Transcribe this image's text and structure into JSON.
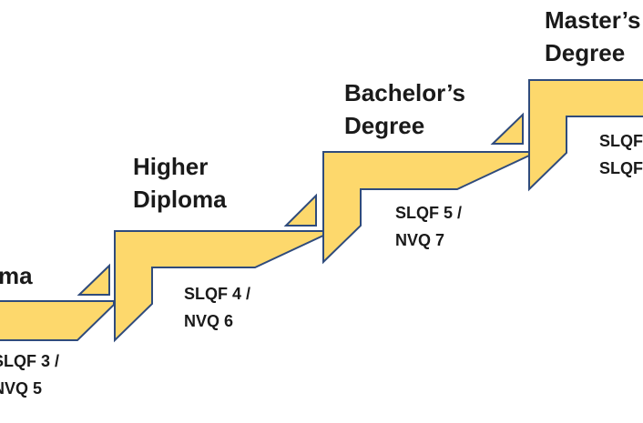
{
  "colors": {
    "step_fill": "#FDD86C",
    "step_stroke": "#2F4B7C",
    "text": "#1A1A1A"
  },
  "steps": [
    {
      "title": [
        "ma"
      ],
      "level": [
        "SLQF 3 /",
        "NVQ 5"
      ]
    },
    {
      "title": [
        "Higher",
        "Diploma"
      ],
      "level": [
        "SLQF 4 /",
        "NVQ 6"
      ]
    },
    {
      "title": [
        "Bachelor’s",
        "Degree"
      ],
      "level": [
        "SLQF 5 /",
        "NVQ 7"
      ]
    },
    {
      "title": [
        "Master’s",
        "Degree"
      ],
      "level": [
        "SLQF",
        "SLQF"
      ]
    }
  ]
}
